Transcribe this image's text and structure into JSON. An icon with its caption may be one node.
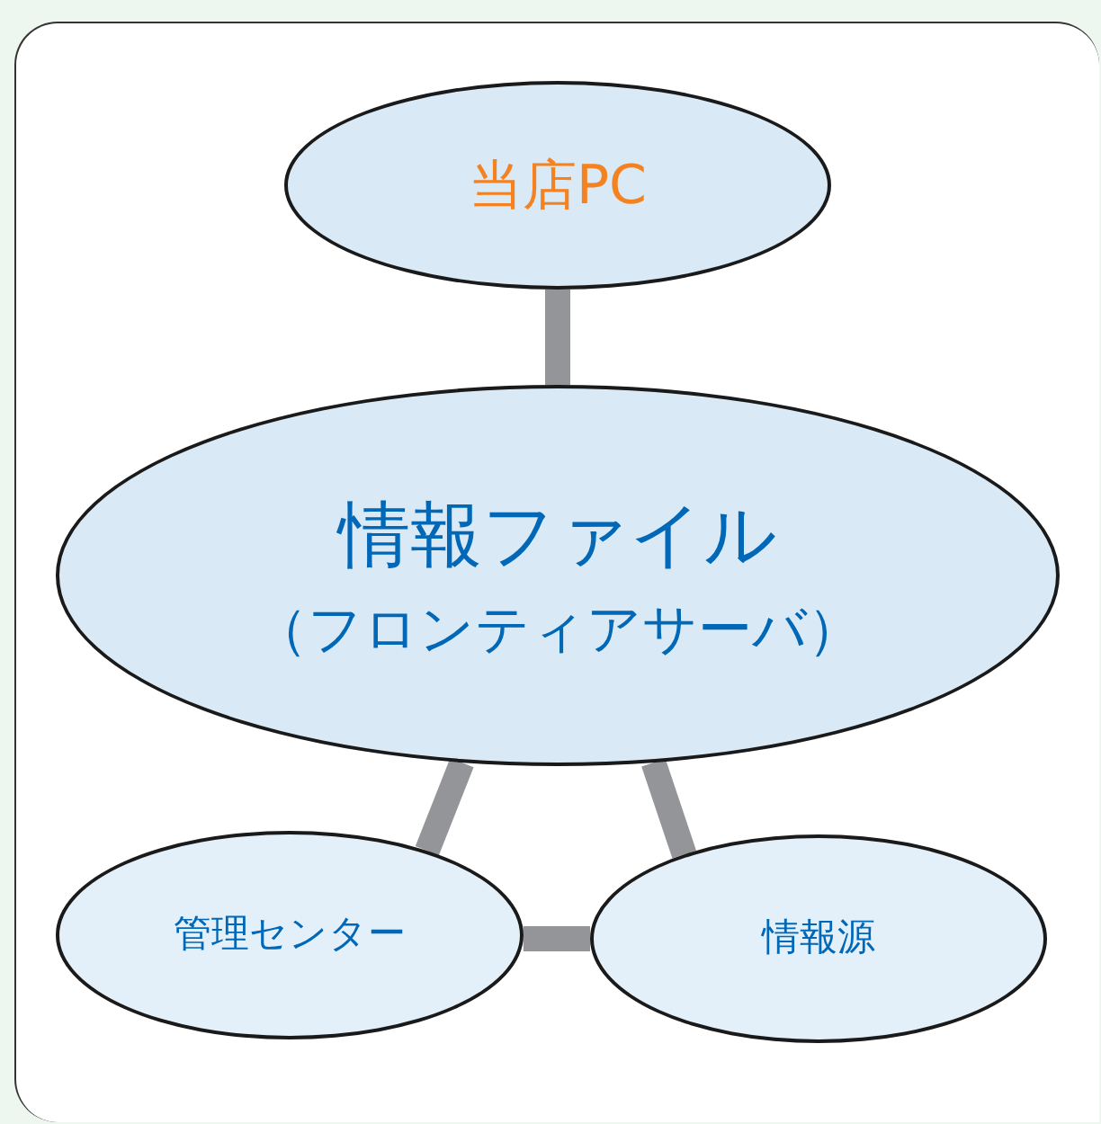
{
  "diagram": {
    "nodes": [
      {
        "text": [
          "当店PC"
        ]
      },
      {
        "text": [
          "情報ファイル",
          "（フロンティアサーバ）"
        ]
      },
      {
        "text": [
          "管理センター"
        ]
      },
      {
        "text": [
          "情報源"
        ]
      }
    ],
    "edges": [
      {
        "from": 0,
        "to": 1,
        "arrow": "none"
      },
      {
        "from": 1,
        "to": 2,
        "arrow": "none"
      },
      {
        "from": 1,
        "to": 3,
        "arrow": "none"
      },
      {
        "from": 2,
        "to": 3,
        "arrow": "none"
      }
    ]
  }
}
